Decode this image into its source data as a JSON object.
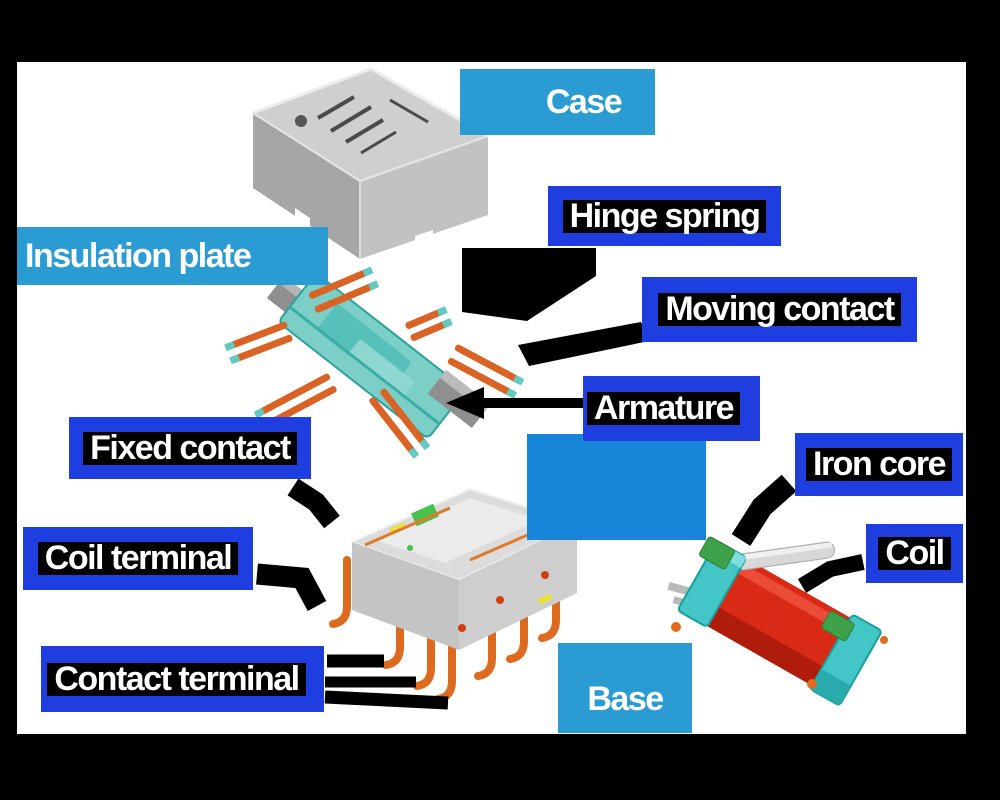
{
  "colors": {
    "background": "#000000",
    "panel": "#ffffff",
    "cyan_label": "#2b9cd3",
    "blue_label": "#1e3ee0",
    "label_text": "#ffffff",
    "text_highlight": "#000000",
    "callout_rect": "#1786d9",
    "leader_line": "#000000"
  },
  "labels": {
    "case": {
      "text": "Case",
      "style": "cyan"
    },
    "insulation_plate": {
      "text": "Insulation plate",
      "style": "cyan"
    },
    "hinge_spring": {
      "text": "Hinge spring",
      "style": "blue"
    },
    "moving_contact": {
      "text": "Moving contact",
      "style": "blue"
    },
    "armature": {
      "text": "Armature",
      "style": "blue"
    },
    "fixed_contact": {
      "text": "Fixed contact",
      "style": "blue"
    },
    "iron_core": {
      "text": "Iron core",
      "style": "blue"
    },
    "coil": {
      "text": "Coil",
      "style": "blue"
    },
    "coil_terminal": {
      "text": "Coil terminal",
      "style": "blue"
    },
    "contact_terminal": {
      "text": "Contact terminal",
      "style": "blue"
    },
    "base": {
      "text": "Base",
      "style": "cyan"
    }
  },
  "parts": {
    "case": {
      "name": "relay case"
    },
    "insulation_plate_assembly": {
      "name": "insulation plate with contact springs"
    },
    "base": {
      "name": "relay base with terminals"
    },
    "coil": {
      "name": "coil with iron core"
    }
  }
}
